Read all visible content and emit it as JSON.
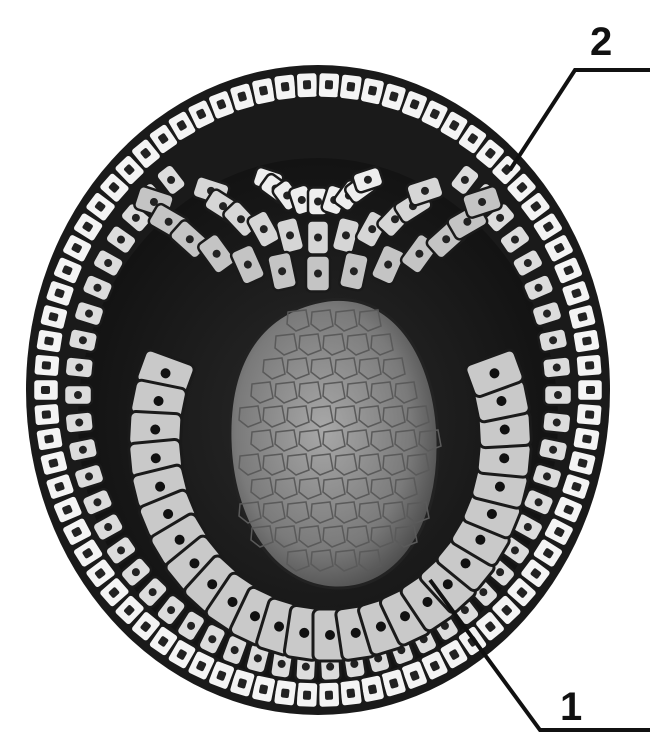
{
  "diagram": {
    "labels": [
      {
        "id": "label-1",
        "text": "1"
      },
      {
        "id": "label-2",
        "text": "2"
      }
    ]
  },
  "colors": {
    "outline": "#1a1a1a",
    "ectoderm_fill": "#f4f4f4",
    "cavity": "#1e1e1e",
    "yolk_mass": "#8a8a8a",
    "columnar_cells": "#c9c9c9",
    "nucleus": "#111111"
  }
}
